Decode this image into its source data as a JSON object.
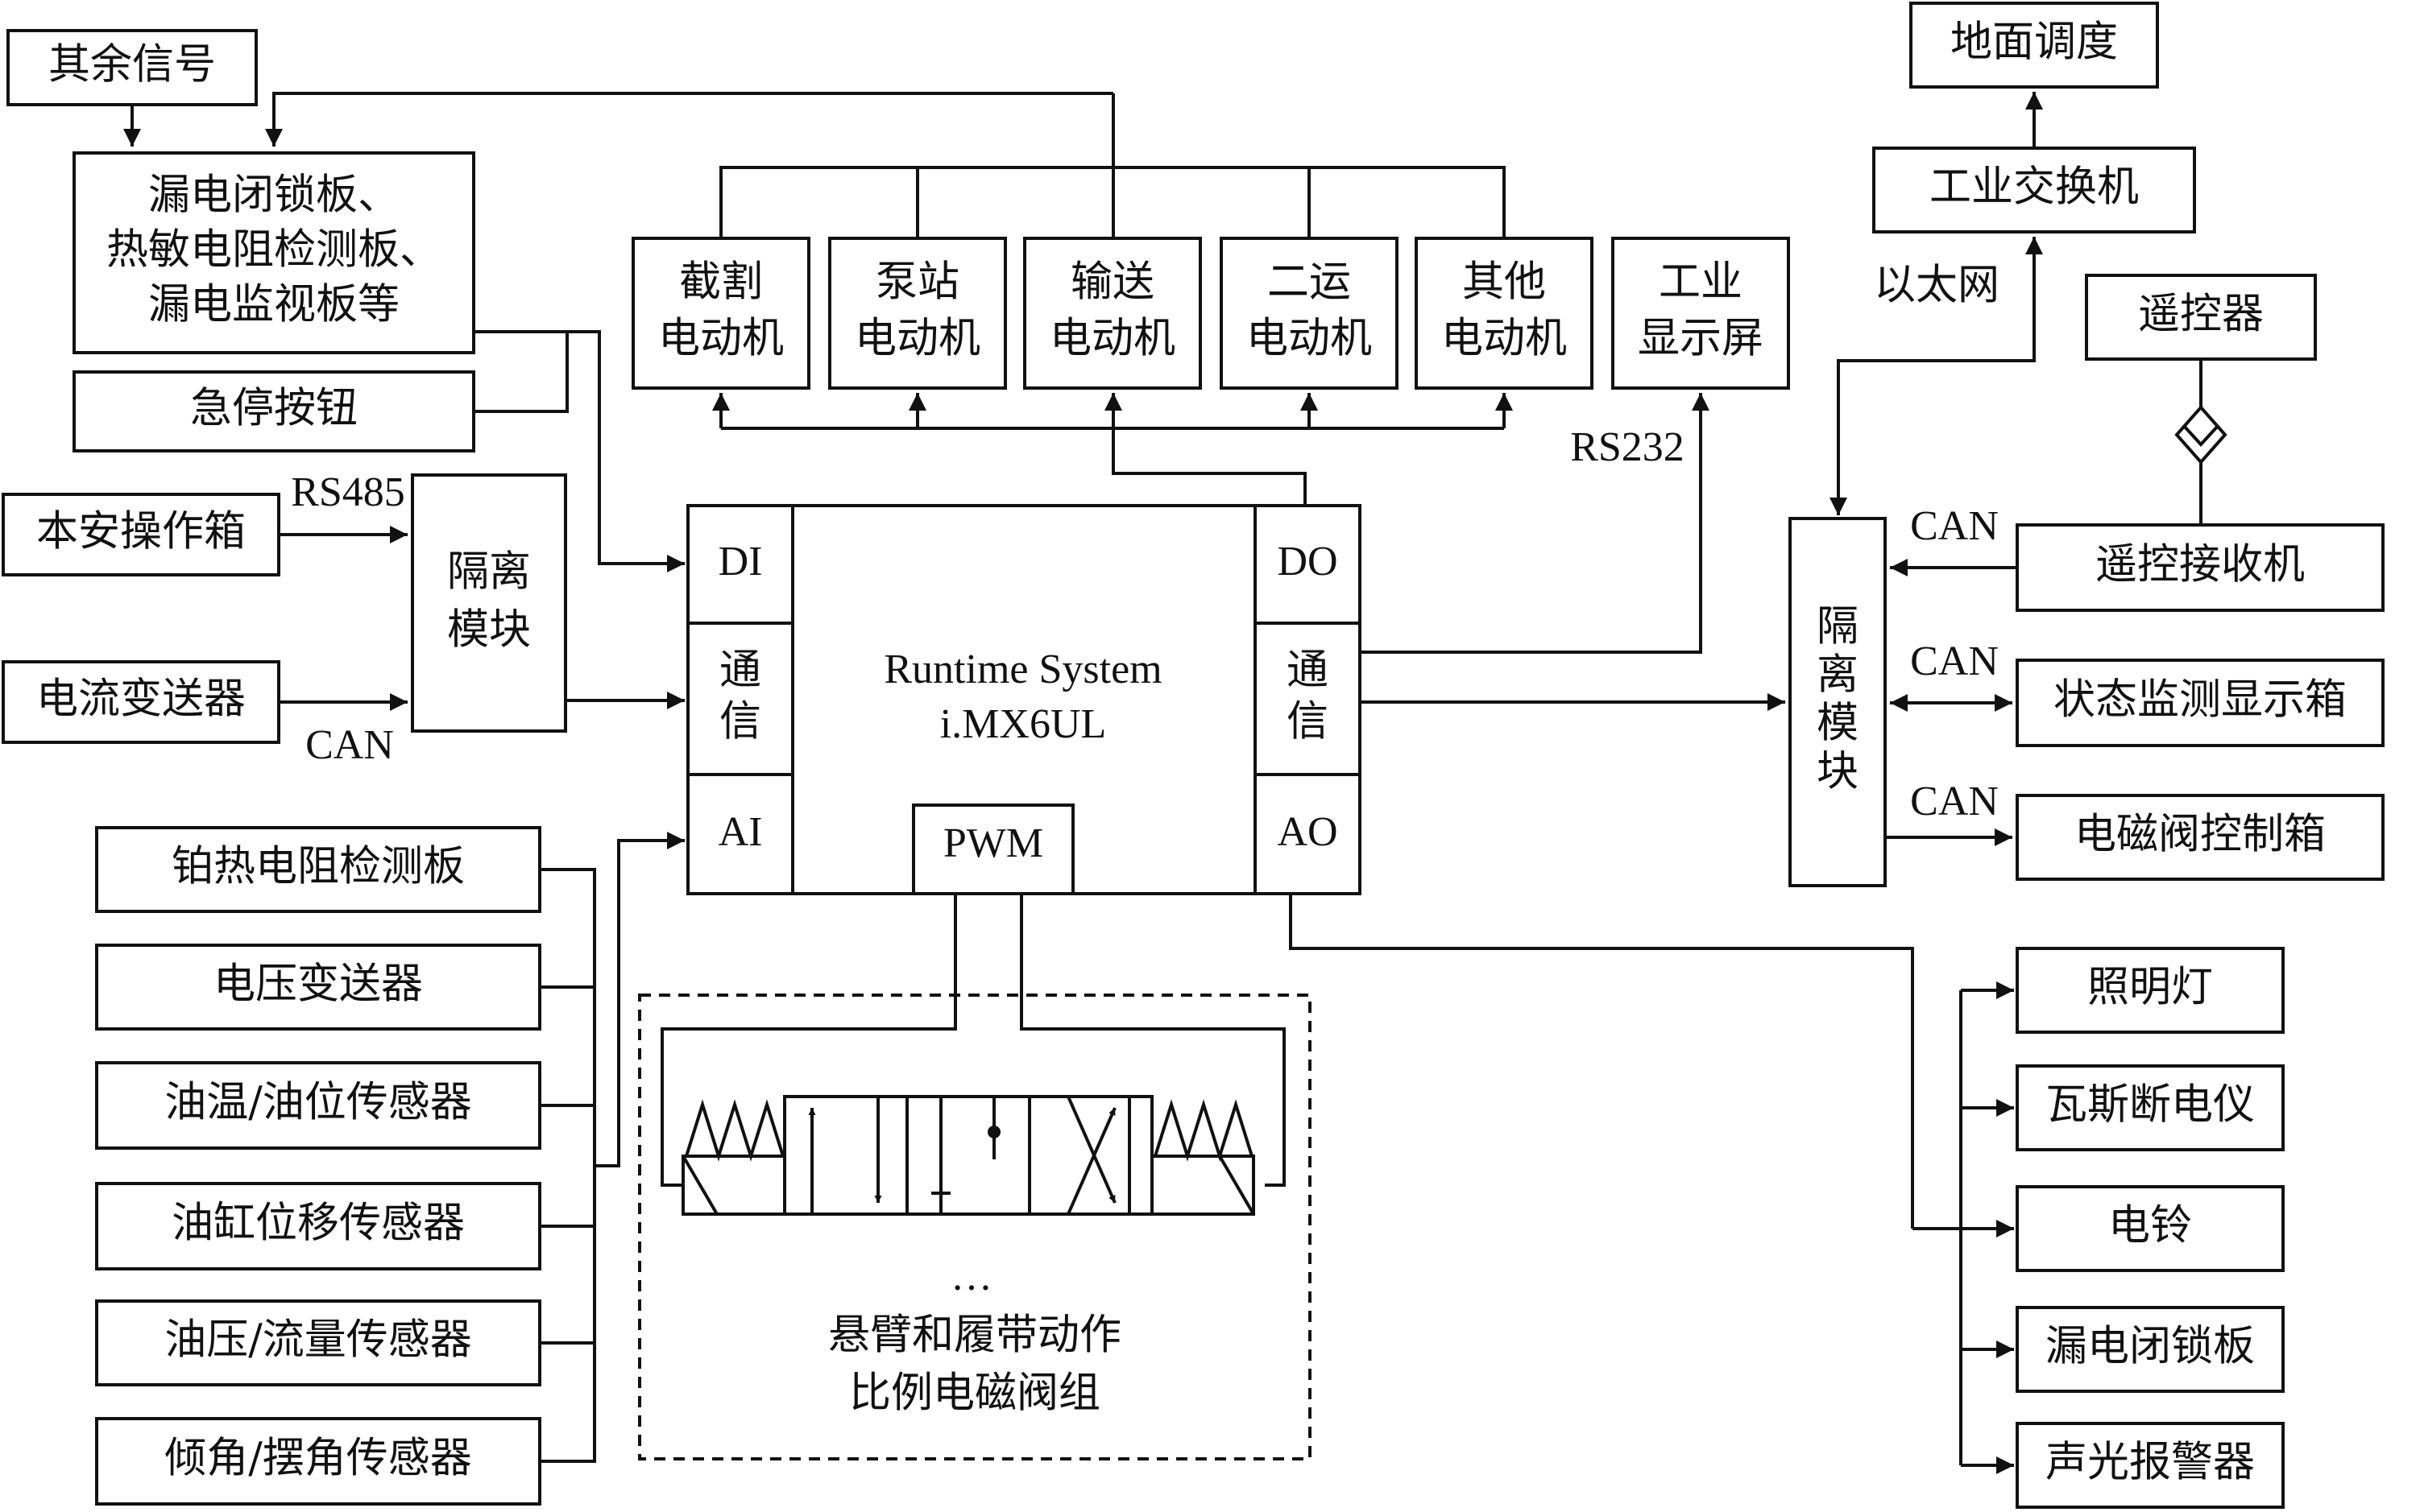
{
  "left_top": {
    "other_signals": "其余信号",
    "boards_line1": "漏电闭锁板、",
    "boards_line2": "热敏电阻检测板、",
    "boards_line3": "漏电监视板等",
    "estop": "急停按钮",
    "safe_box": "本安操作箱",
    "current_tx": "电流变送器",
    "rs485": "RS485",
    "can_left": "CAN",
    "iso_line1": "隔离",
    "iso_line2": "模块"
  },
  "motors": [
    {
      "line1": "截割",
      "line2": "电动机"
    },
    {
      "line1": "泵站",
      "line2": "电动机"
    },
    {
      "line1": "输送",
      "line2": "电动机"
    },
    {
      "line1": "二运",
      "line2": "电动机"
    },
    {
      "line1": "其他",
      "line2": "电动机"
    }
  ],
  "display": {
    "line1": "工业",
    "line2": "显示屏",
    "rs232": "RS232"
  },
  "center": {
    "di": "DI",
    "comm_l1": "通",
    "comm_l2": "信",
    "ai": "AI",
    "do": "DO",
    "ao": "AO",
    "pwm": "PWM",
    "title1": "Runtime System",
    "title2": "i.MX6UL"
  },
  "sensors": [
    "铂热电阻检测板",
    "电压变送器",
    "油温/油位传感器",
    "油缸位移传感器",
    "油压/流量传感器",
    "倾角/摆角传感器"
  ],
  "valve": {
    "ellipsis": "…",
    "line1": "悬臂和履带动作",
    "line2": "比例电磁阀组"
  },
  "right": {
    "ground": "地面调度",
    "switch": "工业交换机",
    "ethernet": "以太网",
    "remote": "遥控器",
    "iso_chars": [
      "隔",
      "离",
      "模",
      "块"
    ],
    "receiver": "遥控接收机",
    "monitor_box": "状态监测显示箱",
    "solenoid_box": "电磁阀控制箱",
    "can1": "CAN",
    "can2": "CAN",
    "can3": "CAN"
  },
  "outputs": [
    "照明灯",
    "瓦斯断电仪",
    "电铃",
    "漏电闭锁板",
    "声光报警器"
  ]
}
